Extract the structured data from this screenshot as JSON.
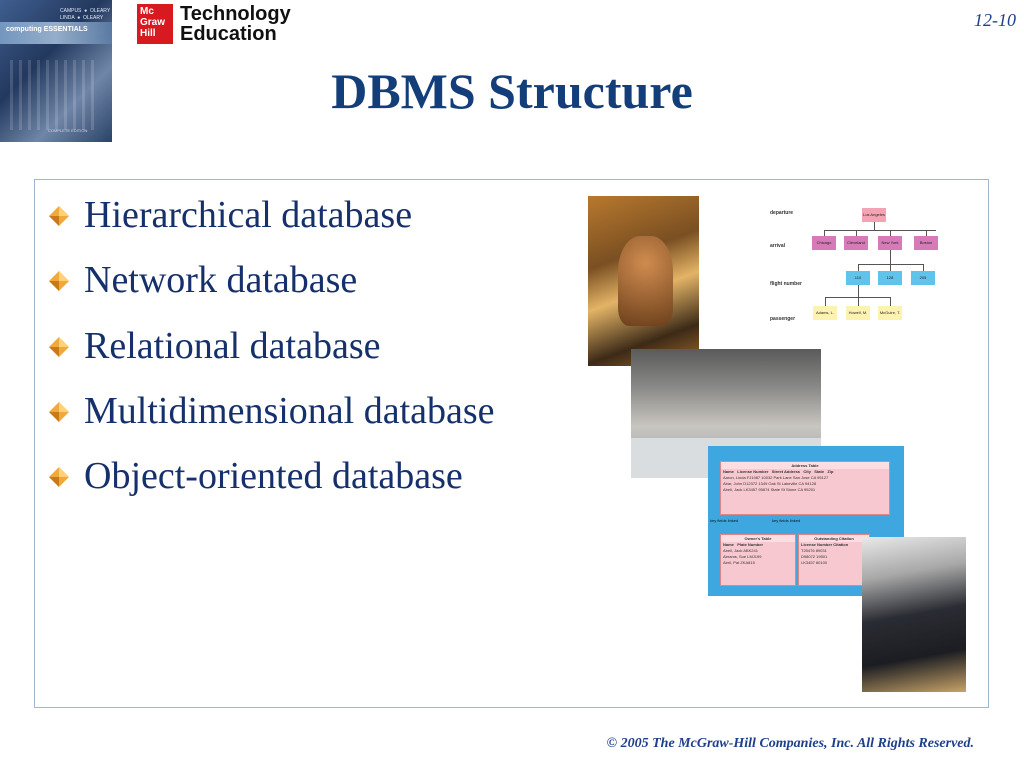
{
  "header": {
    "slide_number": "12-10",
    "title": "DBMS Structure",
    "logo": {
      "line1": "Technology",
      "line2": "Education",
      "mark": [
        "Mc",
        "Graw",
        "Hill"
      ]
    },
    "book": {
      "title": "computing ESSENTIALS",
      "subtitle": "COMPLETE EDITION"
    }
  },
  "bullets": [
    {
      "label": "Hierarchical database"
    },
    {
      "label": "Network database"
    },
    {
      "label": "Relational database"
    },
    {
      "label": "Multidimensional database"
    },
    {
      "label": "Object-oriented database"
    }
  ],
  "hierarchy_diagram": {
    "levels": [
      "departure",
      "arrival",
      "flight number",
      "passenger"
    ],
    "departure": [
      "Los Angeles"
    ],
    "arrival": [
      "Chicago",
      "Cleveland",
      "New York",
      "Boston"
    ],
    "flight_number": [
      "110",
      "128",
      "205"
    ],
    "passenger": [
      "Adams, L.",
      "Howell, M.",
      "McGuire, T."
    ]
  },
  "relational_diagram": {
    "address_table": {
      "title": "Address Table",
      "headers": [
        "Name",
        "License Number",
        "Street Address",
        "City",
        "State",
        "Zip"
      ],
      "rows": [
        [
          "Aaron, Linda",
          "FJ1987",
          "10032 Park Lane",
          "San Jose",
          "CA",
          "95127"
        ],
        [
          "Abar, John",
          "D12372",
          "1349 Oak St",
          "Lakeville",
          "CA",
          "94128"
        ],
        [
          "Abell, Jack",
          "LK3457",
          "95874 State St",
          "Stone",
          "CA",
          "95201"
        ]
      ]
    },
    "owner_table": {
      "title": "Owner's Table",
      "headers": [
        "Name",
        "Plate Number"
      ],
      "rows": [
        [
          "Abell, Jack",
          "ABK241"
        ],
        [
          "Abrams, Sue",
          "LMJ199"
        ],
        [
          "Abril, Pat",
          "ZKA815"
        ]
      ]
    },
    "citation_table": {
      "title": "Outstanding Citation",
      "headers": [
        "License Number",
        "Citation"
      ],
      "rows": [
        [
          "T25476",
          "89031"
        ],
        [
          "D98072",
          "19501"
        ],
        [
          "LK3457",
          "80100"
        ]
      ]
    },
    "key_label": "key fields linked"
  },
  "footer": {
    "copyright": "© 2005  The McGraw-Hill Companies, Inc.  All Rights Reserved."
  },
  "colors": {
    "title": "#133e7a",
    "text": "#15306b",
    "accent": "#d71920",
    "panel_border": "#9fb6cf"
  }
}
